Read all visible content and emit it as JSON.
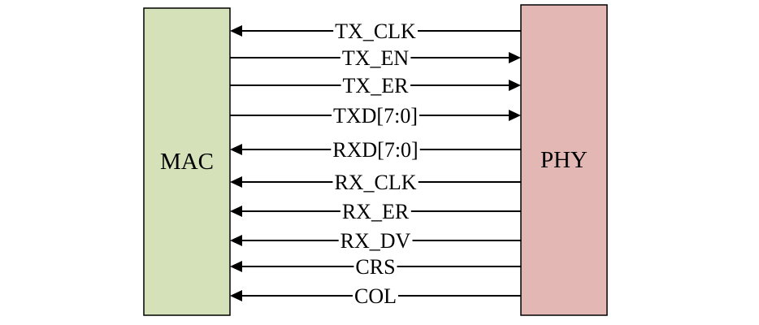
{
  "blocks": {
    "mac": {
      "label": "MAC",
      "fill": "#d5e1b9"
    },
    "phy": {
      "label": "PHY",
      "fill": "#e3b7b4"
    }
  },
  "signals": [
    {
      "name": "TX_CLK",
      "direction": "to-mac"
    },
    {
      "name": "TX_EN",
      "direction": "to-phy"
    },
    {
      "name": "TX_ER",
      "direction": "to-phy"
    },
    {
      "name": "TXD[7:0]",
      "direction": "to-phy"
    },
    {
      "name": "RXD[7:0]",
      "direction": "to-mac"
    },
    {
      "name": "RX_CLK",
      "direction": "to-mac"
    },
    {
      "name": "RX_ER",
      "direction": "to-mac"
    },
    {
      "name": "RX_DV",
      "direction": "to-mac"
    },
    {
      "name": "CRS",
      "direction": "to-mac"
    },
    {
      "name": "COL",
      "direction": "to-mac"
    }
  ]
}
